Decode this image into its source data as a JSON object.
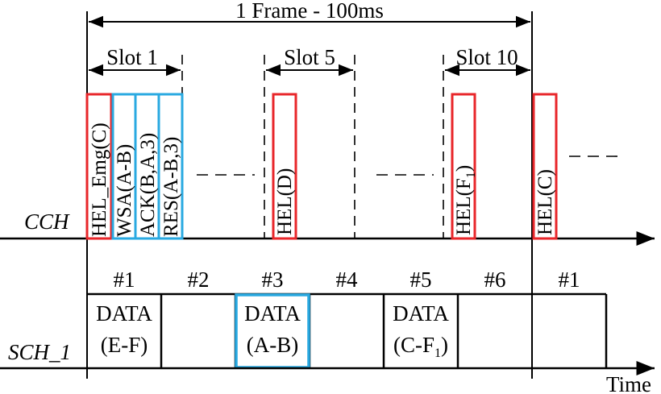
{
  "frame": {
    "label": "1 Frame - 100ms"
  },
  "slots": [
    {
      "label": "Slot 1"
    },
    {
      "label": "Slot 5"
    },
    {
      "label": "Slot 10"
    }
  ],
  "cch": {
    "label": "CCH",
    "messages": [
      {
        "text": "HEL_Emg(C)",
        "color": "#e8262a"
      },
      {
        "text": "WSA(A-B)",
        "color": "#29a9e1"
      },
      {
        "text": "ACK(B,A,3)",
        "color": "#29a9e1"
      },
      {
        "text": "RES(A-B,3)",
        "color": "#29a9e1"
      },
      {
        "text": "HEL(D)",
        "color": "#e8262a"
      },
      {
        "text": "HEL(F",
        "sub": "1",
        "tail": ")",
        "color": "#e8262a"
      },
      {
        "text": "HEL(C)",
        "color": "#e8262a"
      }
    ]
  },
  "sch": {
    "label": "SCH_1",
    "slot_numbers": [
      "#1",
      "#2",
      "#3",
      "#4",
      "#5",
      "#6",
      "#1"
    ],
    "data_blocks": [
      {
        "line1": "DATA",
        "line2": "(E-F)"
      },
      {
        "line1": "DATA",
        "line2": "(A-B)",
        "color": "#29a9e1"
      },
      {
        "line1": "DATA",
        "line2": "(C-F",
        "sub": "1",
        "tail": ")"
      }
    ]
  },
  "time_label": "Time"
}
